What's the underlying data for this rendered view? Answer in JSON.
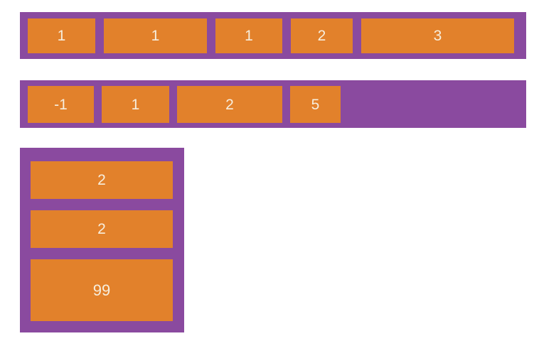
{
  "colors": {
    "container_purple": "#8a4a9f",
    "item_orange": "#e2812b",
    "label_text": "#f7eedd",
    "page_background": "#ffffff"
  },
  "containers": [
    {
      "name": "flex-row-1",
      "direction": "row",
      "items": [
        {
          "label": "1"
        },
        {
          "label": "1"
        },
        {
          "label": "1"
        },
        {
          "label": "2"
        },
        {
          "label": "3"
        }
      ]
    },
    {
      "name": "flex-row-2",
      "direction": "row",
      "items": [
        {
          "label": "-1"
        },
        {
          "label": "1"
        },
        {
          "label": "2"
        },
        {
          "label": "5"
        }
      ]
    },
    {
      "name": "flex-column-1",
      "direction": "column",
      "items": [
        {
          "label": "2"
        },
        {
          "label": "2"
        },
        {
          "label": "99"
        }
      ]
    }
  ]
}
